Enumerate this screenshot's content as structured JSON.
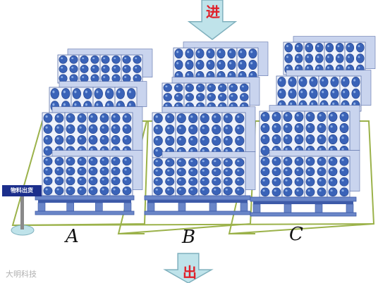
{
  "arrows": {
    "in_label": "进",
    "out_label": "出"
  },
  "zones": {
    "a": "A",
    "b": "B",
    "c": "C"
  },
  "sign": {
    "label": "物料出货"
  },
  "watermark": {
    "text": "大明科技"
  },
  "colors": {
    "arrow_fill": "#bfe3ea",
    "arrow_stroke": "#7fb0bd",
    "pallet": "#6a86c8",
    "pallet_dark": "#3d5aa8",
    "box": "#eef2fb",
    "cylinder": "#3a63b8",
    "zone_line": "#9bb24a",
    "label_red": "#e0202a"
  }
}
